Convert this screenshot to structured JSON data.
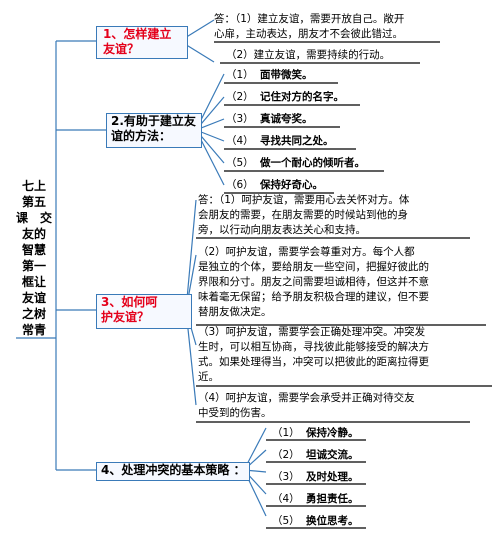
{
  "root": {
    "lines": [
      "七上",
      "第五",
      "课　交",
      "友的",
      "智慧",
      "第一",
      "框让",
      "友谊",
      "之树",
      "常青"
    ]
  },
  "branches": [
    {
      "label_lines": [
        "1、怎样建立",
        "友谊？"
      ],
      "color": "#e4001b"
    },
    {
      "label_lines": [
        "2.有助于建立友",
        "谊的方法："
      ],
      "color": "#000000"
    },
    {
      "label_lines": [
        "3、如何呵",
        "护友谊？"
      ],
      "color": "#e4001b"
    },
    {
      "label_lines": [
        "4、处理冲突的基本策略 ："
      ],
      "color": "#000000"
    }
  ],
  "b1_answers": [
    [
      "答：（1）建立友谊，需要开放自己。敞开",
      "心扉，主动表达，朋友才不会彼此错过。"
    ],
    [
      "（2）建立友谊，需要持续的行动。"
    ]
  ],
  "b2_items": [
    {
      "num": "（1）",
      "text": "面带微笑。"
    },
    {
      "num": "（2）",
      "text": "记住对方的名字。"
    },
    {
      "num": "（3）",
      "text": "真诚夸奖。"
    },
    {
      "num": "（4）",
      "text": "寻找共同之处。"
    },
    {
      "num": "（5）",
      "text": "做一个耐心的倾听者。"
    },
    {
      "num": "（6）",
      "text": "保持好奇心。"
    }
  ],
  "b3_answers": [
    [
      "答：（1）呵护友谊，需要用心去关怀对方。体",
      "会朋友的需要，在朋友需要的时候站到他的身",
      "旁，以行动向朋友表达关心和支持。"
    ],
    [
      "（2）呵护友谊，需要学会尊重对方。每个人都",
      "是独立的个体，要给朋友一些空间，把握好彼此的",
      "界限和分寸。朋友之间需要坦诚相待，但这并不意",
      "味着毫无保留；给予朋友积极合理的建议，但不要",
      "替朋友做决定。"
    ],
    [
      "（3）呵护友谊，需要学会正确处理冲突。冲突发",
      "生时，可以相互协商，寻找彼此能够接受的解决方",
      "式。如果处理得当，冲突可以把彼此的距离拉得更",
      "近。"
    ],
    [
      "（4）呵护友谊，需要学会承受并正确对待交友",
      "中受到的伤害。"
    ]
  ],
  "b4_items": [
    {
      "num": "（1）",
      "text": "保持冷静。"
    },
    {
      "num": "（2）",
      "text": "坦诚交流。"
    },
    {
      "num": "（3）",
      "text": "及时处理。"
    },
    {
      "num": "（4）",
      "text": "勇担责任。"
    },
    {
      "num": "（5）",
      "text": "换位思考。"
    }
  ],
  "colors": {
    "line": "#3a7ab8",
    "accent": "#e4001b",
    "box_bg": "#f6f9ff"
  }
}
